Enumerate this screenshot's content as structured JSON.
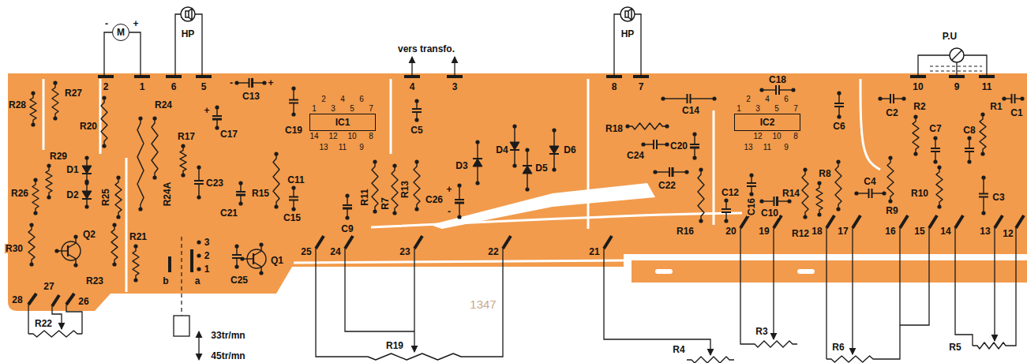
{
  "diagram": {
    "nodes": [
      {
        "text": [
          "M"
        ]
      },
      {
        "text": [
          "IC1"
        ]
      },
      {
        "text": [
          "IC2"
        ]
      }
    ],
    "labels": [
      "-",
      "+",
      "HP",
      "HP",
      "vers transfo.",
      "P.U",
      "2",
      "1",
      "6",
      "5",
      "4",
      "3",
      "8",
      "7",
      "10",
      "9",
      "11",
      "R28",
      "R27",
      "R20",
      "D1",
      "D2",
      "R29",
      "R26",
      "R25",
      "R24",
      "R24A",
      "R30",
      "Q2",
      "R23",
      "R21",
      "b",
      "a",
      "3",
      "2",
      "1",
      "C25",
      "Q1",
      "28",
      "27",
      "26",
      "R22",
      "33tr/mn",
      "45tr/mn",
      "R17",
      "C17",
      "+",
      "C23",
      "C21",
      "C13",
      "-",
      "+",
      "C19",
      "R15",
      "C11",
      "C15",
      "C5",
      "C9",
      "R11",
      "R7",
      "R13",
      "C26",
      "+",
      "-",
      "D3",
      "D4",
      "D5",
      "D6",
      "1",
      "2",
      "3",
      "4",
      "5",
      "6",
      "7",
      "14",
      "13",
      "12",
      "11",
      "10",
      "9",
      "8",
      "C14",
      "R18",
      "C24",
      "C20",
      "C18",
      "1",
      "2",
      "3",
      "4",
      "5",
      "6",
      "7",
      "13",
      "12",
      "11",
      "10",
      "9",
      "8",
      "C6",
      "C22",
      "R16",
      "C12",
      "C16",
      "C10",
      "R14",
      "R8",
      "R12",
      "C4",
      "R9",
      "R10",
      "C3",
      "C2",
      "R2",
      "C7",
      "C8",
      "R1",
      "C1",
      "25",
      "24",
      "23",
      "22",
      "21",
      "20",
      "19",
      "18",
      "17",
      "16",
      "15",
      "14",
      "13",
      "12",
      "R19",
      "R4",
      "R3",
      "R6",
      "R5",
      "1347"
    ]
  }
}
